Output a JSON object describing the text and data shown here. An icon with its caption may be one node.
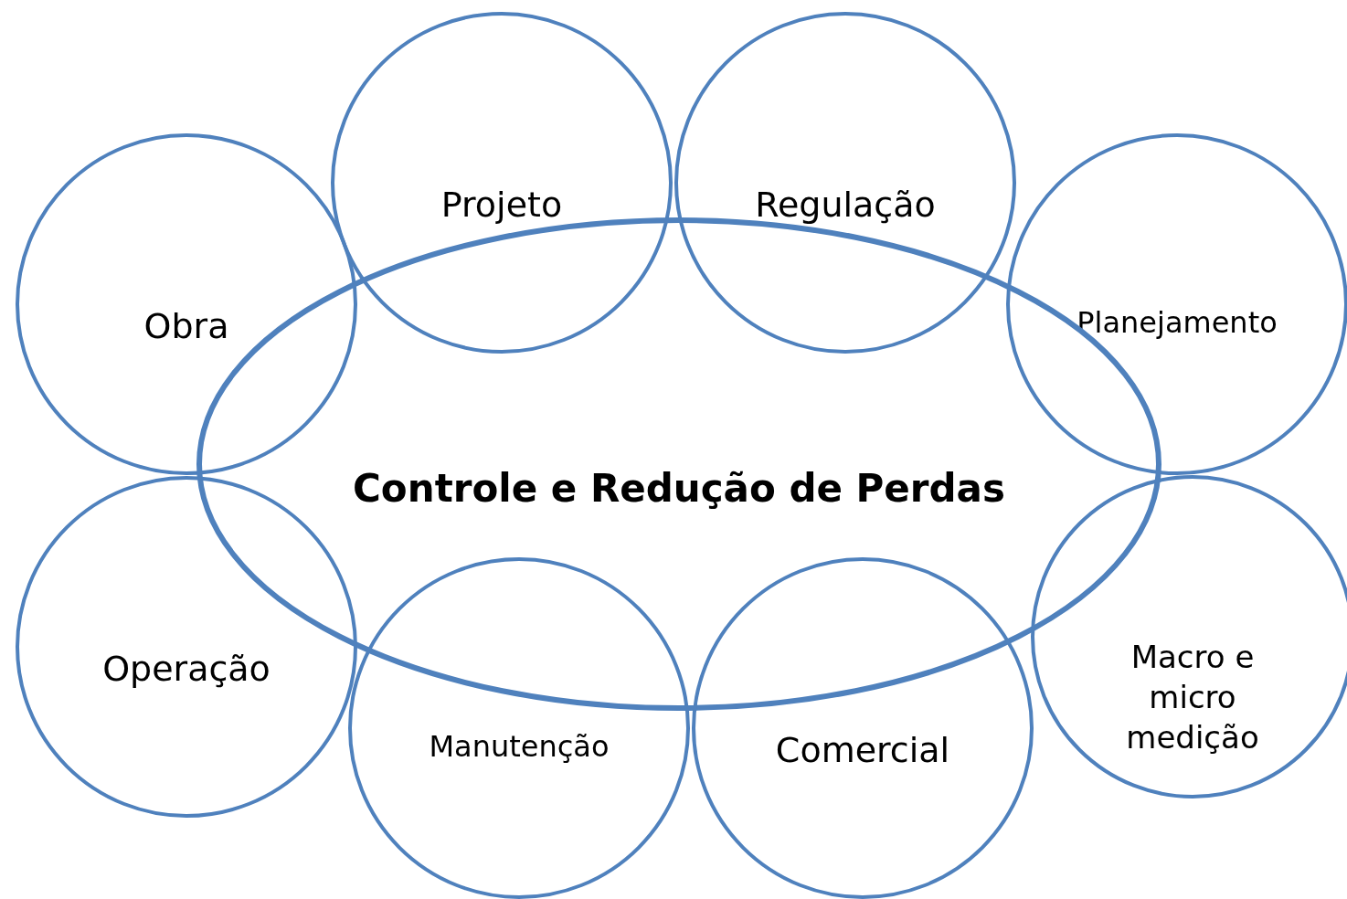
{
  "diagram": {
    "nodes": [
      {
        "text": [
          "Projeto"
        ]
      },
      {
        "text": [
          "Regulação"
        ]
      },
      {
        "text": [
          "Obra"
        ]
      },
      {
        "text": [
          "Planejamento"
        ]
      },
      {
        "text": [
          "Controle e Redução de Perdas"
        ]
      },
      {
        "text": [
          "Operação"
        ]
      },
      {
        "text": [
          "Macro e micro medição"
        ]
      },
      {
        "text": [
          "Manutenção"
        ]
      },
      {
        "text": [
          "Comercial"
        ]
      }
    ]
  }
}
